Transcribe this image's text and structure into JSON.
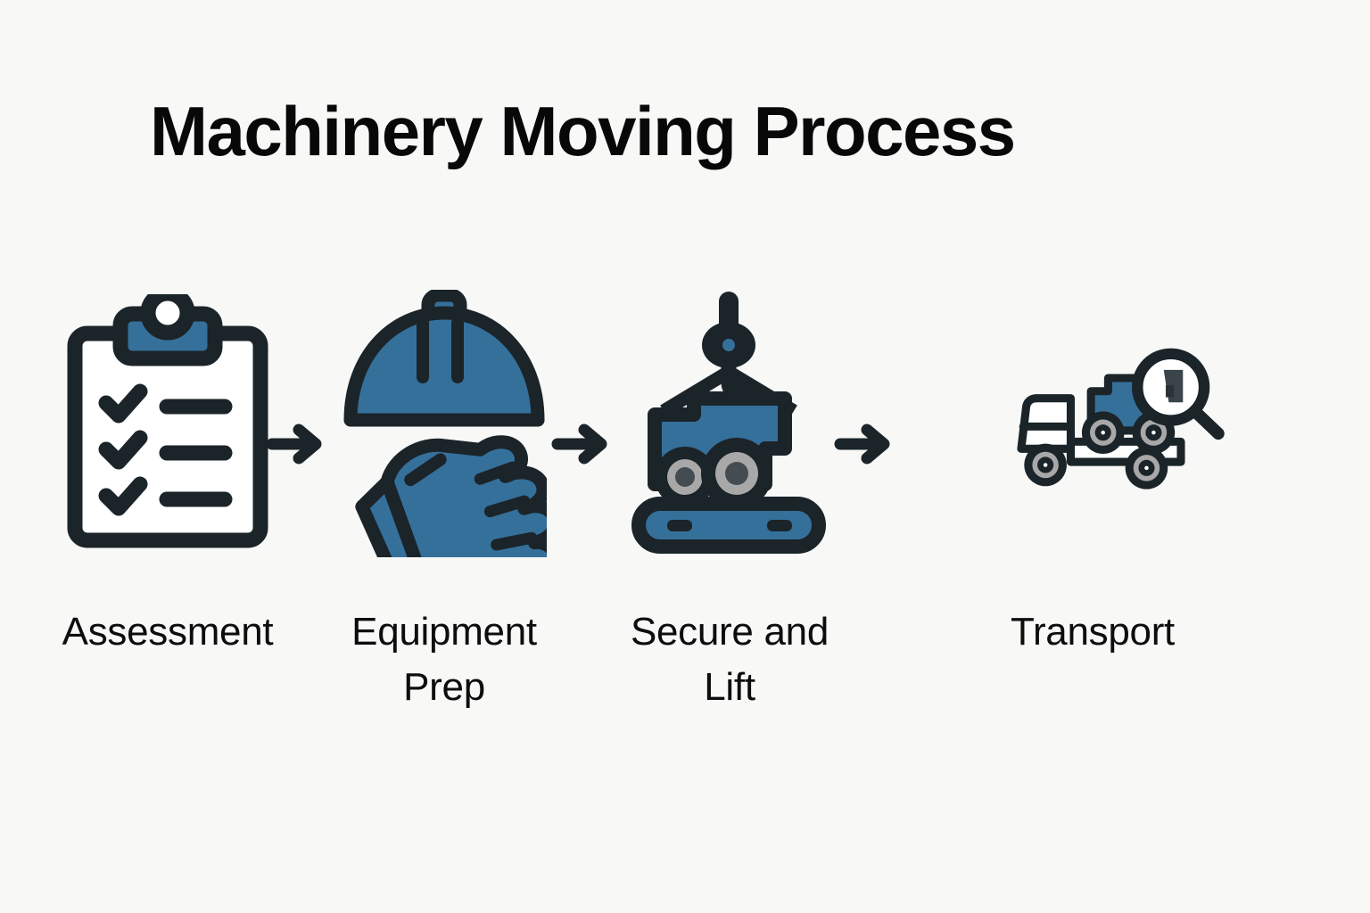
{
  "title": "Machinery Moving Process",
  "colors": {
    "background": "#F8F8F7",
    "outline": "#1B2429",
    "accent_blue": "#35709B",
    "wheel_gray": "#A8A8A8",
    "text": "#0D0D0D",
    "white": "#FFFFFF"
  },
  "steps": [
    {
      "index": "1",
      "label": "Assessment",
      "icon": "clipboard-checklist-icon"
    },
    {
      "index": "2",
      "label": "Equipment Prep",
      "icon": "hard-hat-and-glove-icon"
    },
    {
      "index": "3",
      "label": "Secure and Lift",
      "icon": "crane-hook-machine-icon"
    },
    {
      "index": "4",
      "label": "Transport",
      "icon": "flatbed-truck-magnifier-icon"
    }
  ],
  "arrows": [
    {
      "icon": "arrow-right-icon"
    },
    {
      "icon": "arrow-right-icon"
    },
    {
      "icon": "arrow-right-icon"
    }
  ]
}
